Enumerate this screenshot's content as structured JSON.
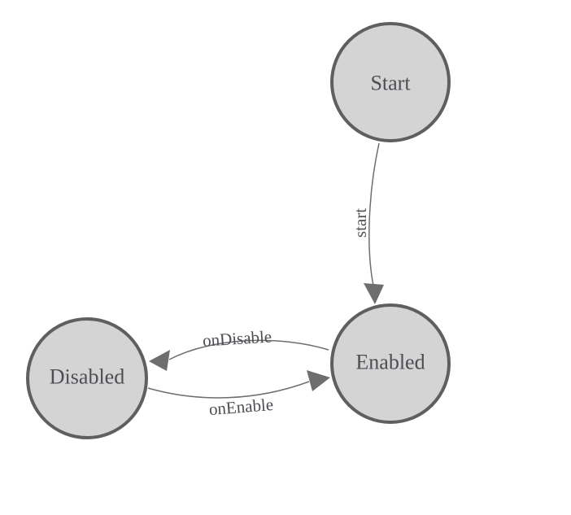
{
  "diagram": {
    "kind": "state-machine",
    "background_color": "#ffffff",
    "node_fill_color": "#d4d4d4",
    "node_border_color": "#5f5f61",
    "edge_color": "#6e6e6e",
    "text_color": "#4c4e53",
    "nodes": [
      {
        "id": "Start",
        "label": "Start"
      },
      {
        "id": "Enabled",
        "label": "Enabled"
      },
      {
        "id": "Disabled",
        "label": "Disabled"
      }
    ],
    "edges": [
      {
        "from": "Start",
        "to": "Enabled",
        "label": "start"
      },
      {
        "from": "Enabled",
        "to": "Disabled",
        "label": "onDisable"
      },
      {
        "from": "Disabled",
        "to": "Enabled",
        "label": "onEnable"
      }
    ]
  }
}
